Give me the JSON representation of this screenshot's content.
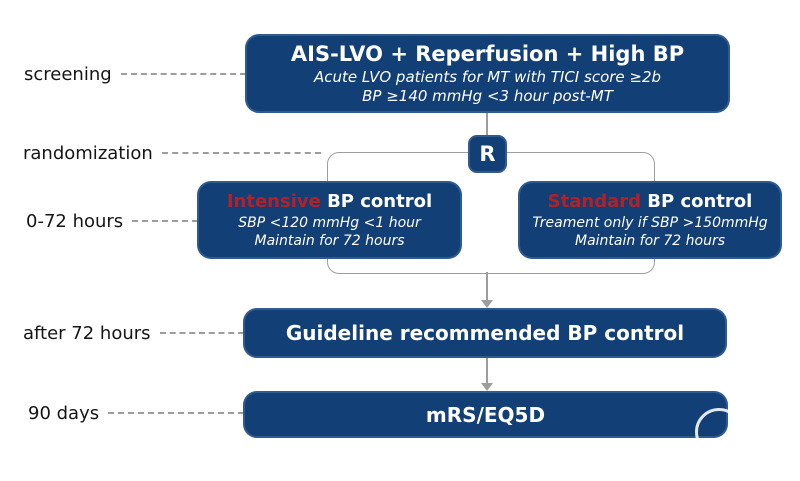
{
  "colors": {
    "box_navy": "#123f75",
    "accent_red": "#b32127",
    "connector_gray": "#9d9d9d",
    "label_color": "#151515",
    "box_text": "#ffffff"
  },
  "stage_labels": [
    {
      "text": "screening"
    },
    {
      "text": "randomization"
    },
    {
      "text": "0-72 hours"
    },
    {
      "text": "after 72 hours"
    },
    {
      "text": "90 days"
    }
  ],
  "flow": {
    "screening_box": {
      "title": "AIS-LVO + Reperfusion + High BP",
      "line1": "Acute LVO patients for MT with TICI score ≥2b",
      "line2": "BP ≥140 mmHg <3 hour post-MT"
    },
    "randomization_node": {
      "label": "R"
    },
    "intensive_box": {
      "title_highlight": "Intensive",
      "title_rest": " BP control",
      "line1": "SBP <120 mmHg <1 hour",
      "line2": "Maintain for 72 hours"
    },
    "standard_box": {
      "title_highlight": "Standard",
      "title_rest": " BP control",
      "line1": "Treament only if SBP >150mmHg",
      "line2": "Maintain for 72 hours"
    },
    "guideline_box": {
      "title": "Guideline recommended BP control"
    },
    "outcome_box": {
      "title": "mRS/EQ5D"
    }
  }
}
